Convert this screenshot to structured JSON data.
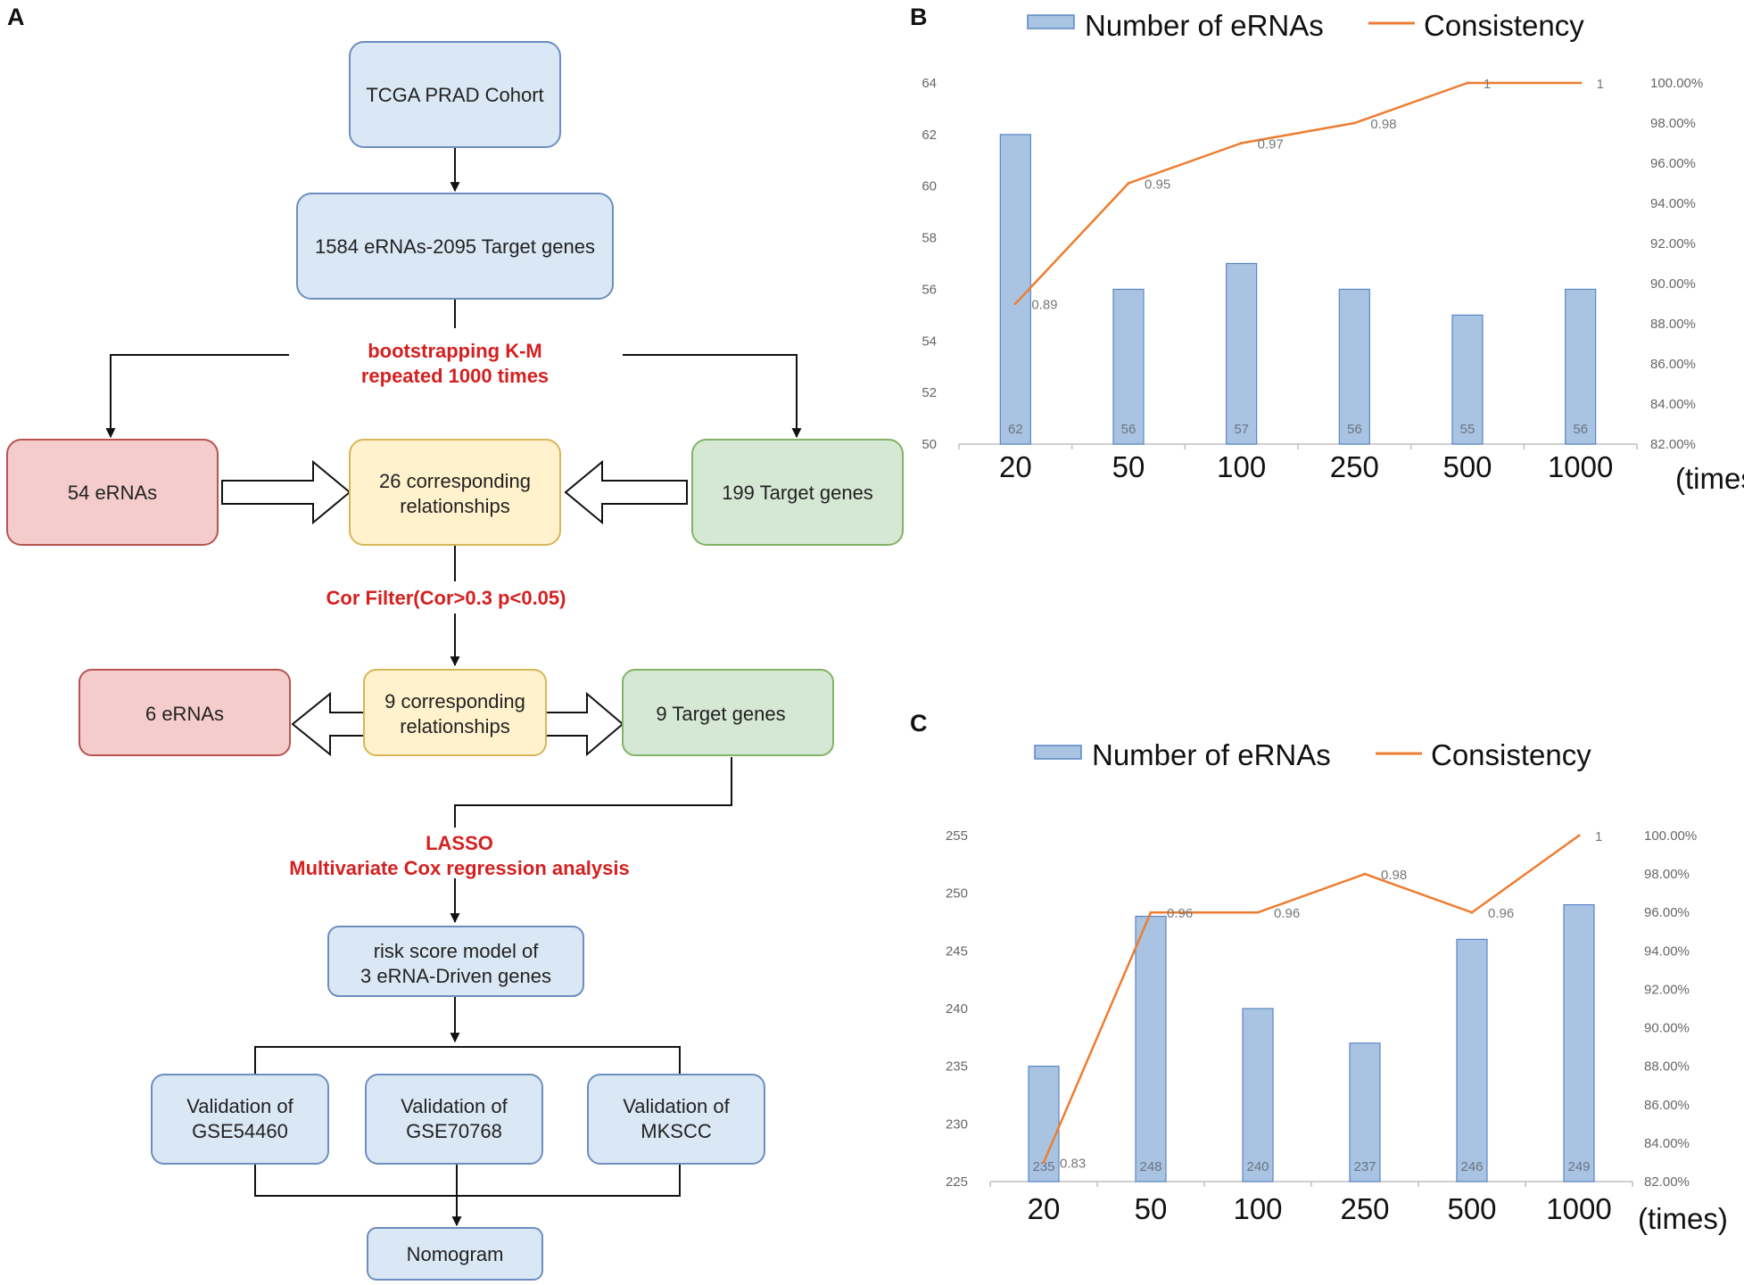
{
  "panels": {
    "a": "A",
    "b": "B",
    "c": "C"
  },
  "flowchart": {
    "tcga": "TCGA PRAD Cohort",
    "pairs": "1584 eRNAs-2095 Target genes",
    "bootstrap_line1": "bootstrapping  K-M",
    "bootstrap_line2": "repeated 1000 times",
    "erna54": "54 eRNAs",
    "rel26_line1": "26 corresponding",
    "rel26_line2": "relationships",
    "target199": "199 Target genes",
    "cor_filter": "Cor Filter(Cor>0.3 p<0.05)",
    "erna6": "6 eRNAs",
    "rel9_line1": "9 corresponding",
    "rel9_line2": "relationships",
    "target9": "9 Target genes",
    "lasso_line1": "LASSO",
    "lasso_line2": "Multivariate Cox regression analysis",
    "risk_line1": "risk score model of",
    "risk_line2": "3 eRNA-Driven genes",
    "val1_line1": "Validation of",
    "val1_line2": "GSE54460",
    "val2_line1": "Validation of",
    "val2_line2": "GSE70768",
    "val3_line1": "Validation of",
    "val3_line2": "MKSCC",
    "nomogram": "Nomogram",
    "colors": {
      "blue_fill": "#dae8f5",
      "blue_stroke": "#6c8ebf",
      "red_fill": "#f5cccc",
      "red_stroke": "#b85450",
      "yellow_fill": "#fff2cc",
      "yellow_stroke": "#d6b656",
      "green_fill": "#d5e8d4",
      "green_stroke": "#82b366",
      "label_red": "#d42020"
    }
  },
  "chart_data": [
    {
      "panel": "B",
      "type": "bar",
      "categories": [
        "20",
        "50",
        "100",
        "250",
        "500",
        "1000"
      ],
      "x_unit_label": "(times)",
      "series": [
        {
          "name": "Number of eRNAs",
          "type": "bar",
          "axis": "left",
          "values": [
            62,
            56,
            57,
            56,
            55,
            56
          ],
          "value_labels": [
            "62",
            "56",
            "57",
            "56",
            "55",
            "56"
          ]
        },
        {
          "name": "Consistency",
          "type": "line",
          "axis": "right",
          "values": [
            0.89,
            0.95,
            0.97,
            0.98,
            1,
            1
          ],
          "value_labels": [
            "0.89",
            "0.95",
            "0.97",
            "0.98",
            "1",
            "1"
          ]
        }
      ],
      "ylim_left": [
        50,
        64
      ],
      "left_ticks": [
        "50",
        "52",
        "54",
        "56",
        "58",
        "60",
        "62",
        "64"
      ],
      "ylim_right": [
        0.82,
        1.0
      ],
      "right_ticks": [
        "82.00%",
        "84.00%",
        "86.00%",
        "88.00%",
        "90.00%",
        "92.00%",
        "94.00%",
        "96.00%",
        "98.00%",
        "100.00%"
      ],
      "legend_position": "top",
      "grid": false,
      "colors": {
        "bar": "#a9c4e3",
        "bar_stroke": "#5b86c4",
        "line": "#ed7d31"
      }
    },
    {
      "panel": "C",
      "type": "bar",
      "categories": [
        "20",
        "50",
        "100",
        "250",
        "500",
        "1000"
      ],
      "x_unit_label": "(times)",
      "series": [
        {
          "name": "Number of eRNAs",
          "type": "bar",
          "axis": "left",
          "values": [
            235,
            248,
            240,
            237,
            246,
            249
          ],
          "value_labels": [
            "235",
            "248",
            "240",
            "237",
            "246",
            "249"
          ]
        },
        {
          "name": "Consistency",
          "type": "line",
          "axis": "right",
          "values": [
            0.83,
            0.96,
            0.96,
            0.98,
            0.96,
            1
          ],
          "value_labels": [
            "0.83",
            "0.96",
            "0.96",
            "0.98",
            "0.96",
            "1"
          ]
        }
      ],
      "ylim_left": [
        225,
        255
      ],
      "left_ticks": [
        "225",
        "230",
        "235",
        "240",
        "245",
        "250",
        "255"
      ],
      "ylim_right": [
        0.82,
        1.0
      ],
      "right_ticks": [
        "82.00%",
        "84.00%",
        "86.00%",
        "88.00%",
        "90.00%",
        "92.00%",
        "94.00%",
        "96.00%",
        "98.00%",
        "100.00%"
      ],
      "legend_position": "top",
      "grid": false,
      "colors": {
        "bar": "#a9c4e3",
        "bar_stroke": "#5b86c4",
        "line": "#ed7d31"
      }
    }
  ]
}
